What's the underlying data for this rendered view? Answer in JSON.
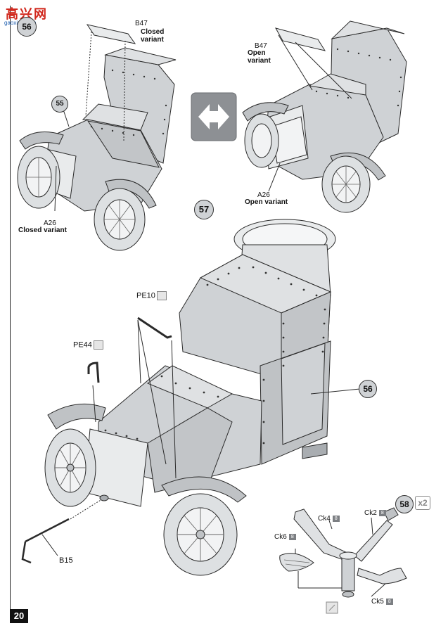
{
  "watermark": {
    "title": "高兴网",
    "url": "gaoxing.com"
  },
  "page_number": "20",
  "steps": {
    "prev": "56",
    "a": "55",
    "b": "57",
    "c": "56",
    "d": "58"
  },
  "multiplier": "x2",
  "labels": {
    "b47": "B47",
    "closed_variant": "Closed variant",
    "open_variant": "Open variant",
    "a26": "A26",
    "pe10": "PE10",
    "pe44": "PE44",
    "b15": "B15",
    "ck2": "Ck2",
    "ck4": "Ck4",
    "ck5": "Ck5",
    "ck6": "Ck6",
    "ck_tag": "8"
  },
  "colors": {
    "panel": "#cfd2d5",
    "panel_dark": "#a9adb1",
    "line": "#2a2a2a",
    "arrow_box": "#8d9094"
  }
}
